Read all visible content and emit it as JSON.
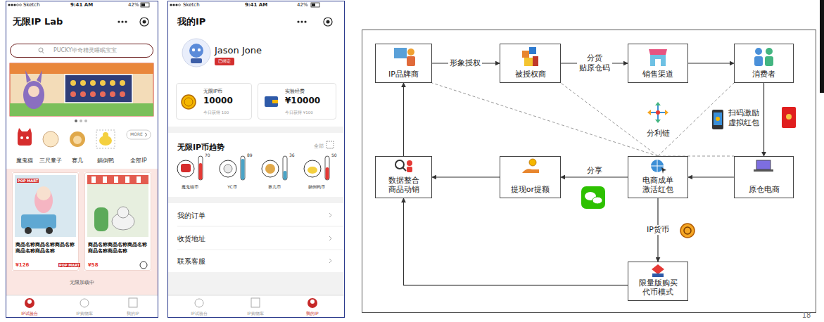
{
  "diagram": {
    "nodes": [
      {
        "text": [
          "Sketch",
          "9:41 AM",
          "42%",
          "无限IP Lab",
          "魔鬼猫",
          "三尺童子",
          "赛几",
          "躺倒鸭",
          "MORE",
          "全部IP",
          "无限加载中",
          "IP试验台",
          "IP购物车",
          "我的IP"
        ]
      },
      {
        "text": [
          "PUCKY毕奇精灵睡眠宝宝"
        ],
        "in": 0
      },
      {
        "text": [
          "POP MART",
          "商品名称商品名称商品名称商品名称商品名称",
          "¥126",
          "POP MART"
        ],
        "in": 0
      },
      {
        "text": [
          "商品名称商品名称商品名称商品名称商品名称",
          "¥58"
        ],
        "in": 0
      },
      {
        "text": [
          "Sketch",
          "9:41 AM",
          "42%",
          "我的IP",
          "Jason Jone",
          "无限IP币趋势",
          "全部",
          "70",
          "89",
          "36",
          "50",
          "魔鬼猫币",
          "YC币",
          "赛几币",
          "躺倒鸭币",
          "我的订单",
          "收货地址",
          "联系客服",
          "IP试验台",
          "IP购物车",
          "我的IP"
        ]
      },
      {
        "text": [
          "已绑定"
        ],
        "in": 4
      },
      {
        "text": [
          "无限IP币",
          "10000",
          "今日获得 100"
        ],
        "in": 4
      },
      {
        "text": [
          "实验经费",
          "¥10000",
          "今日获得 ¥100"
        ],
        "in": 4
      },
      {
        "text": [
          "IP品牌商"
        ]
      },
      {
        "text": [
          "被授权商"
        ]
      },
      {
        "text": [
          "销售渠道"
        ]
      },
      {
        "text": [
          "消费者"
        ]
      },
      {
        "text": [
          "数据整合 商品动销"
        ]
      },
      {
        "text": [
          "提现or提额"
        ]
      },
      {
        "text": [
          "电商成单 激活红包"
        ]
      },
      {
        "text": [
          "原仓电商"
        ]
      },
      {
        "text": [
          "限量版购买 代币模式"
        ]
      }
    ],
    "edges": [
      {
        "from": 8,
        "to": 9,
        "label": "形象授权",
        "arrow": "to"
      },
      {
        "from": 9,
        "to": 10,
        "label": "分货 贴原仓码",
        "arrow": "to"
      },
      {
        "from": 10,
        "to": 11,
        "arrow": "to"
      },
      {
        "from": 11,
        "to": 15,
        "label": "扫码激励 虚拟红包",
        "arrow": "to"
      },
      {
        "from": 15,
        "to": 14,
        "arrow": "to"
      },
      {
        "from": 14,
        "to": 13,
        "label": "分享",
        "arrow": "to"
      },
      {
        "from": 13,
        "to": 12,
        "arrow": "to"
      },
      {
        "from": 12,
        "to": 8,
        "arrow": "to"
      },
      {
        "from": 14,
        "to": 16,
        "label": "IP货币",
        "arrow": "to"
      },
      {
        "from": 16,
        "to": 12,
        "arrow": "to"
      },
      {
        "from": 14,
        "to": 8,
        "arrow": "none"
      },
      {
        "from": 14,
        "to": 9,
        "arrow": "none"
      },
      {
        "from": 14,
        "to": 11,
        "arrow": "none"
      },
      {
        "from": 14,
        "to": 15,
        "arrow": "none"
      }
    ],
    "labels": [
      "分利链",
      "18"
    ]
  }
}
